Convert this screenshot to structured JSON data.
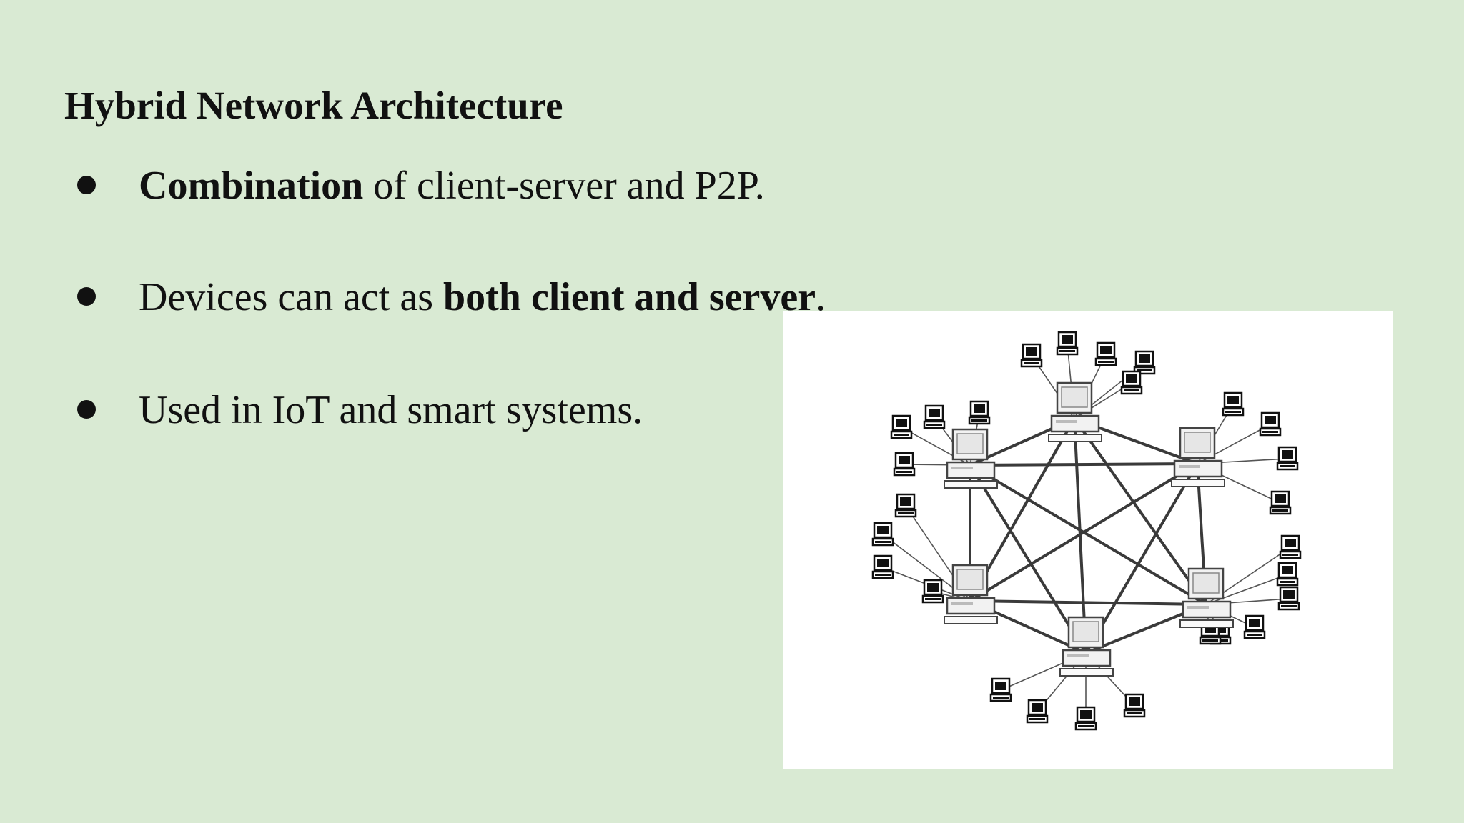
{
  "slide": {
    "title": "Hybrid Network Architecture",
    "bullets": [
      {
        "parts": [
          {
            "text": "Combination",
            "bold": true
          },
          {
            "text": " of client-server and P2P.",
            "bold": false
          }
        ]
      },
      {
        "parts": [
          {
            "text": "Devices can act as ",
            "bold": false
          },
          {
            "text": "both client and server",
            "bold": true
          },
          {
            "text": ".",
            "bold": false
          }
        ]
      },
      {
        "parts": [
          {
            "text": "Used in IoT and smart systems.",
            "bold": false
          }
        ]
      }
    ]
  },
  "figure": {
    "description_icon": "hybrid-network-diagram",
    "server_count": 6,
    "client_icon": "desktop-computer-icon",
    "colors": {
      "background": "#d9ead3",
      "figure_bg": "#ffffff",
      "ink": "#111111",
      "line": "#3a3a3a"
    }
  }
}
